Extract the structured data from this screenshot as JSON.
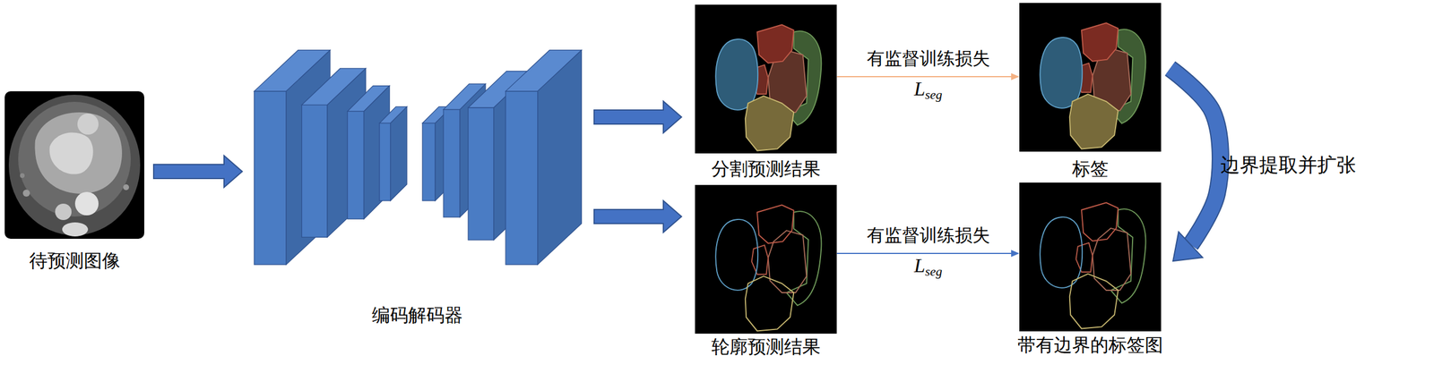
{
  "diagram": {
    "nodes": [
      {
        "text": [
          "待预测图像"
        ]
      },
      {
        "text": [
          "编码解码器"
        ]
      },
      {
        "text": [
          "分割预测结果"
        ]
      },
      {
        "text": [
          "轮廓预测结果"
        ]
      },
      {
        "text": [
          "标签"
        ]
      },
      {
        "text": [
          "带有边界的标签图"
        ]
      }
    ],
    "edges": [
      {
        "from": 0,
        "to": 1,
        "arrow": "to"
      },
      {
        "from": 1,
        "to": 2,
        "arrow": "to"
      },
      {
        "from": 1,
        "to": 3,
        "arrow": "to"
      },
      {
        "from": 2,
        "to": 4,
        "arrow": "to",
        "label": "有监督训练损失 Lseg"
      },
      {
        "from": 3,
        "to": 5,
        "arrow": "to",
        "label": "有监督训练损失 Lseg"
      },
      {
        "from": 4,
        "to": 5,
        "arrow": "to",
        "label": "边界提取并扩张"
      }
    ]
  }
}
